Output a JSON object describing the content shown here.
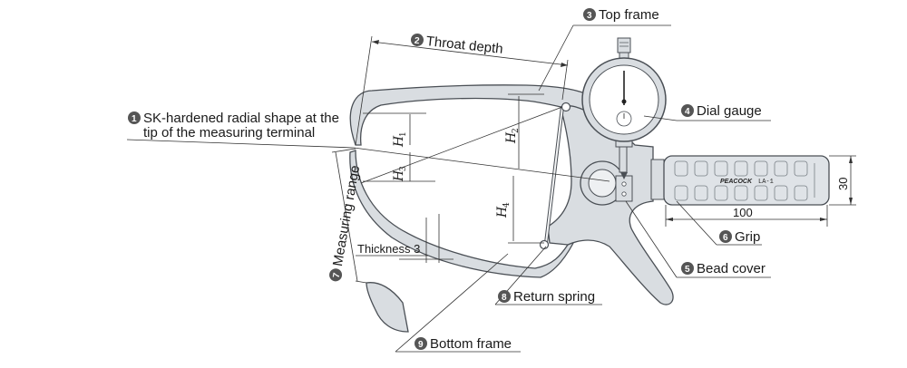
{
  "labels": {
    "item1": {
      "num": "1",
      "line1": "SK-hardened radial shape at the",
      "line2": "tip of the measuring terminal"
    },
    "item2": {
      "num": "2",
      "text": "Throat depth"
    },
    "item3": {
      "num": "3",
      "text": "Top frame"
    },
    "item4": {
      "num": "4",
      "text": "Dial gauge"
    },
    "item5": {
      "num": "5",
      "text": "Bead cover"
    },
    "item6": {
      "num": "6",
      "text": "Grip"
    },
    "item7": {
      "num": "7",
      "text": "Measuring range"
    },
    "item8": {
      "num": "8",
      "text": "Return spring"
    },
    "item9": {
      "num": "9",
      "text": "Bottom frame"
    }
  },
  "dimensions": {
    "thickness": "Thickness 3",
    "grip_length": "100",
    "grip_diameter": "30",
    "h1": {
      "letter": "H",
      "sub": "1"
    },
    "h2": {
      "letter": "H",
      "sub": "2"
    },
    "h3": {
      "letter": "H",
      "sub": "3"
    },
    "h4": {
      "letter": "H",
      "sub": "4"
    }
  },
  "grip_marking": {
    "brand": "PEACOCK",
    "model": "LA-1"
  },
  "colors": {
    "frame_fill": "#d9dde1",
    "frame_stroke": "#4a4f55",
    "badge": "#555555",
    "grip_fill": "#dfe3e7"
  }
}
